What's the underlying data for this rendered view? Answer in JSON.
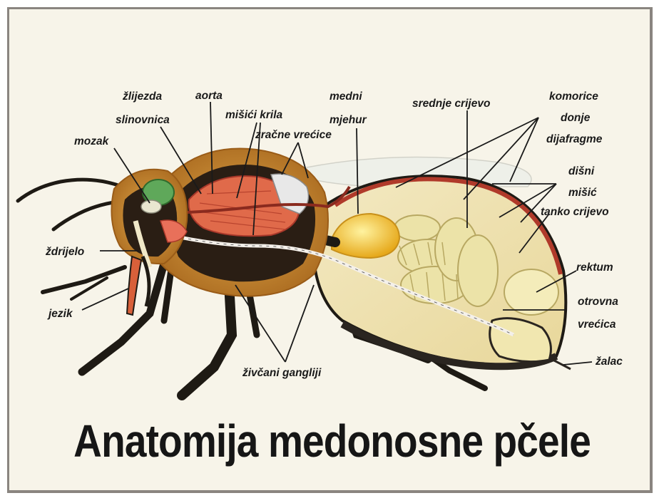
{
  "title": "Anatomija medonosne pčele",
  "labels": {
    "zlijezda": "žlijezda",
    "slinovnica": "slinovnica",
    "aorta": "aorta",
    "misici_krila": "mišići krila",
    "zracne_vrecice": "zračne vrećice",
    "mozak": "mozak",
    "medni": "medni",
    "mjehur": "mjehur",
    "srednje_crijevo": "srednje crijevo",
    "komorice": "komorice",
    "donje": "donje",
    "dijafragme": "dijafragme",
    "disni": "dišni",
    "misic": "mišić",
    "tanko_crijevo": "tanko crijevo",
    "zdrijelo": "ždrijelo",
    "rektum": "rektum",
    "jezik": "jezik",
    "otrovna": "otrovna",
    "vrecica": "vrećica",
    "zivcani_gangliji": "živčani gangliji",
    "zalac": "žalac"
  },
  "colors": {
    "background": "#f7f4e9",
    "frame": "#8a8580",
    "text": "#1a1a1a",
    "fur": "#c98a2a",
    "cuticle": "#1e1a14",
    "muscle": "#e06a4a",
    "honey_stomach": "#f2c233",
    "intestine": "#e9e0a2",
    "eye": "#5fa85a"
  }
}
